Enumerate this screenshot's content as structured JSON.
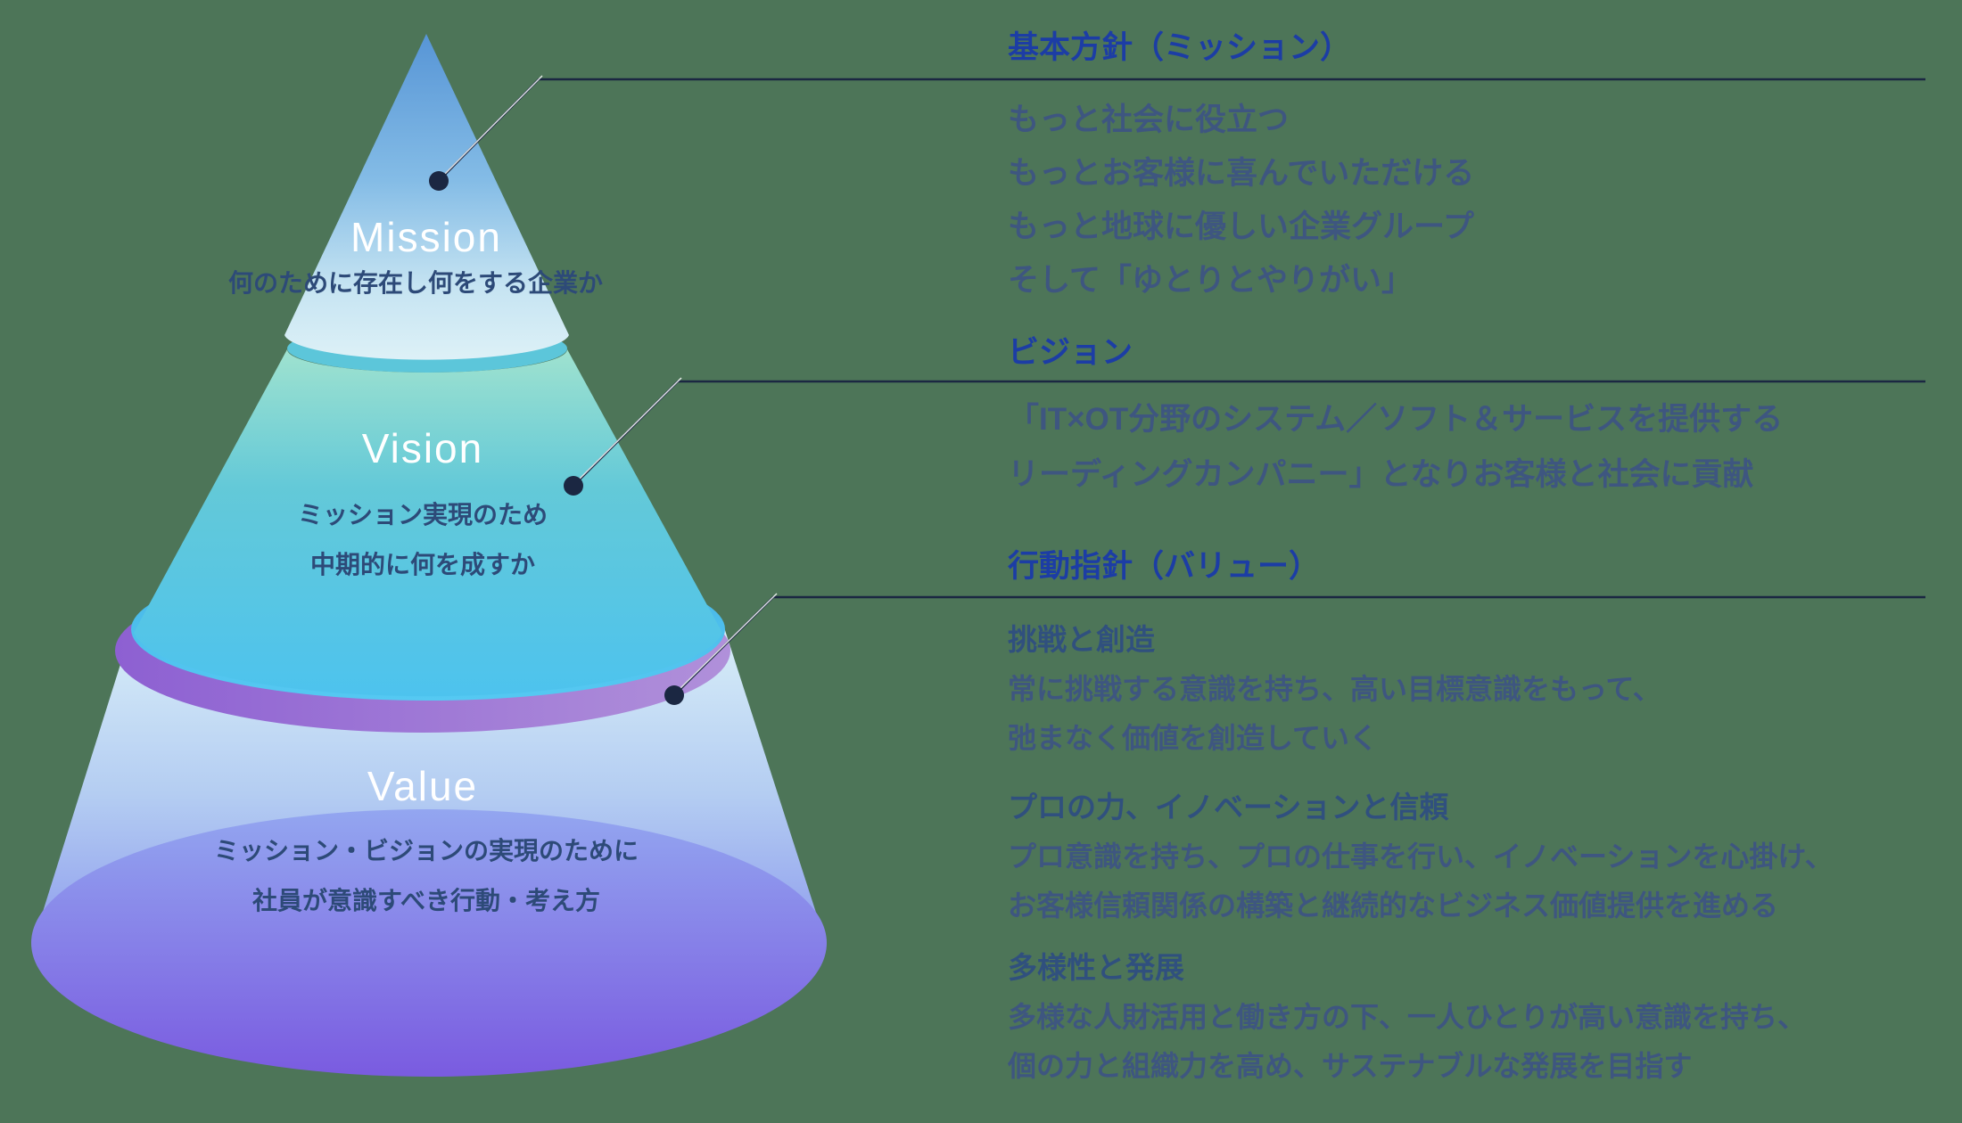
{
  "palette": {
    "background": "#4d7558",
    "heading_blue": "#1c3da5",
    "text_navy": "#3e5680",
    "subtitle_navy": "#30507e",
    "caption_navy": "#2d4a78",
    "line_dark": "#1b2742",
    "white": "#ffffff",
    "mission_top": "#5795d6",
    "mission_mid": "#84bce6",
    "mission_low": "#c6e4f2",
    "mission_bottom": "#ddf1f7",
    "vision_rim": "#5cc6da",
    "vision_top": "#9fe2cf",
    "vision_mid": "#63c9d8",
    "vision_bottom_fill": "#4dc3ee",
    "vision_ellipse_top": "#46b4e6",
    "vision_ellipse_bottom": "#55c9f2",
    "ring_left": "#8d60d2",
    "ring_right": "#b090da",
    "value_top": "#d8eef8",
    "value_mid": "#b4cdf2",
    "value_low": "#93a3ee",
    "value_bottom": "#8471e6",
    "base_top": "#93a6f0",
    "base_bottom": "#7a5be0"
  },
  "pyramid": {
    "levels": [
      {
        "name": "Mission",
        "caption_lines": [
          "何のために存在し何をする企業か"
        ]
      },
      {
        "name": "Vision",
        "caption_lines": [
          "ミッション実現のため",
          "中期的に何を成すか"
        ]
      },
      {
        "name": "Value",
        "caption_lines": [
          "ミッション・ビジョンの実現のために",
          "社員が意識すべき行動・考え方"
        ]
      }
    ]
  },
  "sections": [
    {
      "heading": "基本方針（ミッション）",
      "body_lines": [
        "もっと社会に役立つ",
        "もっとお客様に喜んでいただける",
        "もっと地球に優しい企業グループ",
        "そして「ゆとりとやりがい」"
      ]
    },
    {
      "heading": "ビジョン",
      "body_lines": [
        "「IT×OT分野のシステム／ソフト＆サービスを提供する",
        "リーディングカンパニー」となりお客様と社会に貢献"
      ]
    },
    {
      "heading": "行動指針（バリュー）",
      "groups": [
        {
          "title": "挑戦と創造",
          "lines": [
            "常に挑戦する意識を持ち、高い目標意識をもって、",
            "弛まなく価値を創造していく"
          ]
        },
        {
          "title": "プロの力、イノベーションと信頼",
          "lines": [
            "プロ意識を持ち、プロの仕事を行い、イノベーションを心掛け、",
            "お客様信頼関係の構築と継続的なビジネス価値提供を進める"
          ]
        },
        {
          "title": "多様性と発展",
          "lines": [
            "多様な人財活用と働き方の下、一人ひとりが高い意識を持ち、",
            "個の力と組織力を高め、サステナブルな発展を目指す"
          ]
        }
      ]
    }
  ]
}
